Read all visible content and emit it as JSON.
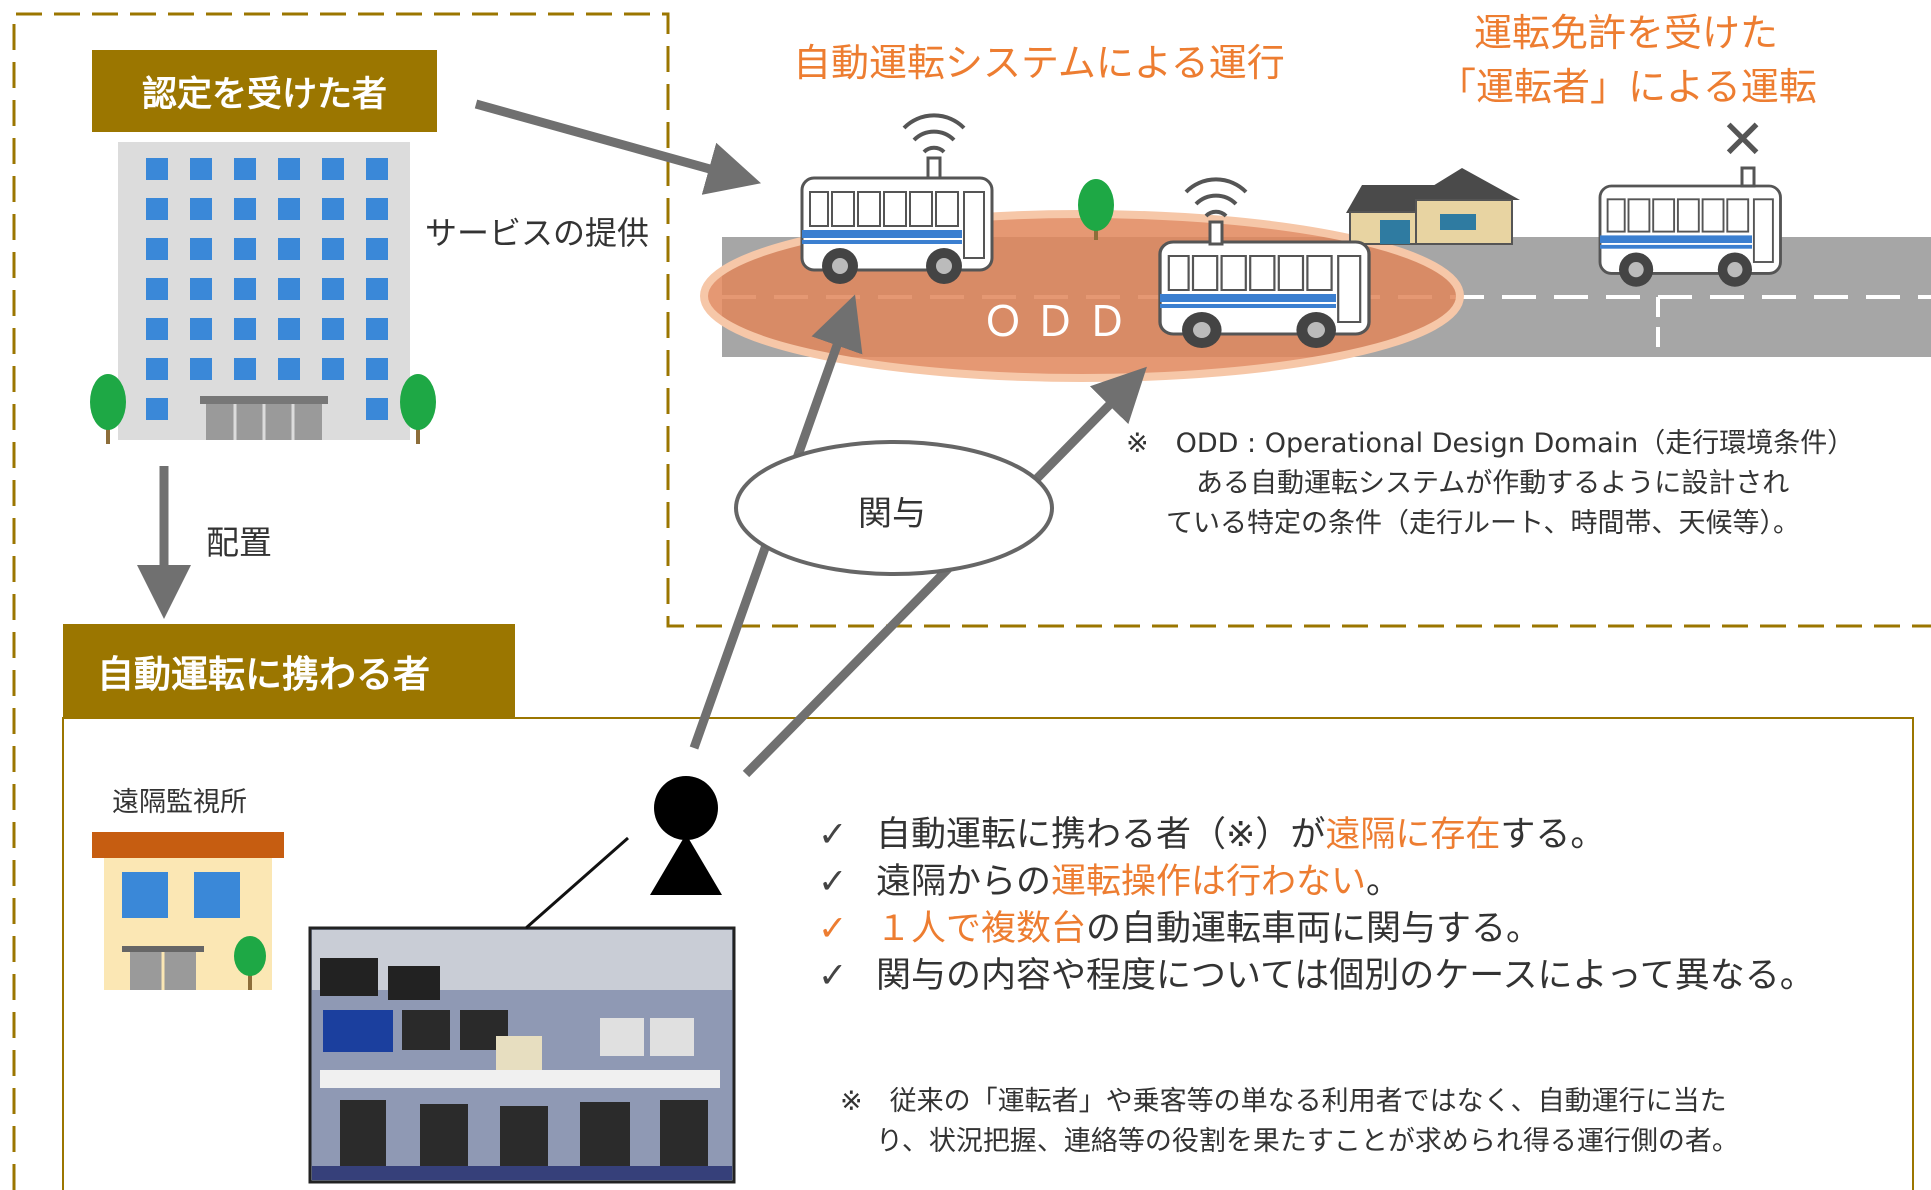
{
  "certified": {
    "label": "認定を受けた者"
  },
  "service_label": "サービスの提供",
  "deploy_label": "配置",
  "involved": {
    "header": "自動運転に携わる者"
  },
  "remote_station": {
    "label": "遠隔監視所"
  },
  "odd": {
    "label": "ＯＤＤ"
  },
  "involvement_label": "関与",
  "top": {
    "auto_title": "自動運転システムによる運行",
    "driver_title_line1": "運転免許を受けた",
    "driver_title_line2": "「運転者」による運転",
    "cross_mark": "✕"
  },
  "odd_note": {
    "line1": "※　ODD : Operational Design Domain（走行環境条件）",
    "line2": "ある自動運転システムが作動するように設計され",
    "line3": "ている特定の条件（走行ルート、時間帯、天候等）。"
  },
  "checklist": [
    {
      "mark": "✓",
      "parts": [
        {
          "text": "自動運転に携わる者（※）が",
          "hl": false
        },
        {
          "text": "遠隔に存在",
          "hl": true
        },
        {
          "text": "する。",
          "hl": false
        }
      ],
      "mark_hl": false
    },
    {
      "mark": "✓",
      "parts": [
        {
          "text": "遠隔からの",
          "hl": false
        },
        {
          "text": "運転操作は行わない",
          "hl": true
        },
        {
          "text": "。",
          "hl": false
        }
      ],
      "mark_hl": false
    },
    {
      "mark": "✓",
      "parts": [
        {
          "text": "１人で複数台",
          "hl": true
        },
        {
          "text": "の自動運転車両に関与する。",
          "hl": false
        }
      ],
      "mark_hl": true
    },
    {
      "mark": "✓",
      "parts": [
        {
          "text": "関与の内容や程度については個別のケースによって異なる。",
          "hl": false
        }
      ],
      "mark_hl": false
    }
  ],
  "footnote": {
    "line1": "※　従来の「運転者」や乗客等の単なる利用者ではなく、自動運行に当た",
    "line2": "り、状況把握、連絡等の役割を果たすことが求められ得る運行側の者。"
  },
  "colors": {
    "brown": "#9b7600",
    "dashed_border": "#9b7600",
    "orange_text": "#ed7d31",
    "odd_ellipse": "#e0865a",
    "road": "#a6a6a6",
    "building_blue": "#3a88d8",
    "tree_green": "#1ea845"
  }
}
